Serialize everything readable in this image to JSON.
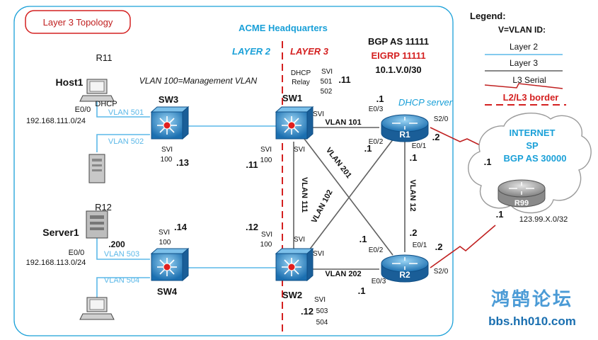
{
  "title": "Layer 3 Topology",
  "hq_label": "ACME Headquarters",
  "layer2_label": "LAYER 2",
  "layer3_label": "LAYER 3",
  "bgp": "BGP AS 11111",
  "eigrp": "EIGRP 11111",
  "net_prefix": "10.1.V.0/30",
  "dhcp_server": "DHCP server",
  "mgmt_vlan": "VLAN 100=Management VLAN",
  "legend": {
    "title": "Legend:",
    "vlan_key": "V=VLAN ID:",
    "layer2": "Layer 2",
    "layer3": "Layer 3",
    "l3serial": "L3 Serial",
    "border": "L2/L3 border"
  },
  "colors": {
    "layer2": "#5bb8e8",
    "layer3": "#606060",
    "serial": "#c02020",
    "border": "#d42020",
    "accent": "#1aa0d8",
    "device": "#2a88c8"
  },
  "internet": {
    "line1": "INTERNET",
    "line2": "SP",
    "line3": "BGP AS 30000",
    "router": "R99",
    "network": "123.99.X.0/32"
  },
  "hosts": {
    "host1": {
      "router_name": "R11",
      "name": "Host1",
      "dhcp": "DHCP",
      "iface": "E0/0",
      "subnet": "192.168.111.0/24",
      "vlan_a": "VLAN 501",
      "vlan_b": "VLAN 502"
    },
    "server1": {
      "router_name": "R12",
      "name": "Server1",
      "ip": ".200",
      "iface": "E0/0",
      "subnet": "192.168.113.0/24",
      "vlan_a": "VLAN 503",
      "vlan_b": "VLAN 504"
    }
  },
  "switches": {
    "sw3": {
      "name": "SW3",
      "svi": "SVI",
      "svi_num": "100",
      "ip": ".13"
    },
    "sw4": {
      "name": "SW4",
      "svi": "SVI",
      "svi_num": "100",
      "ip": ".14"
    },
    "sw1": {
      "name": "SW1",
      "dhcp": "DHCP",
      "relay": "Relay",
      "svi": "SVI",
      "v1": "501",
      "v2": "502",
      "ip_top": ".11",
      "svi_left": "SVI",
      "svi_left_num": "100",
      "ip_left": ".11",
      "svi_right": "SVI",
      "svi_right2": "SVI"
    },
    "sw2": {
      "name": "SW2",
      "svi": "SVI",
      "v1": "503",
      "v2": "504",
      "ip_bottom": ".12",
      "svi_left": "SVI",
      "svi_left_num": "100",
      "ip_left": ".12",
      "svi_up": "SVI",
      "svi_right": "SVI"
    }
  },
  "routers": {
    "r1": {
      "name": "R1",
      "e03": "E0/3",
      "ip_top": ".1",
      "e02": "E0/2",
      "e01": "E0/1",
      "s20": "S2/0",
      "ip_s": ".2"
    },
    "r2": {
      "name": "R2",
      "e02": "E0/2",
      "e01": "E0/1",
      "e03": "E0/3",
      "s20": "S2/0",
      "ip_s": ".2"
    }
  },
  "links": {
    "vlan101": "VLAN 101",
    "vlan201": "VLAN 201",
    "vlan102": "VLAN 102",
    "vlan111": "VLAN 111",
    "vlan12": "VLAN 12",
    "vlan202": "VLAN 202",
    "ip_r1_e02": ".1",
    "ip_r1_e01": ".1",
    "ip_r2_e01": ".2",
    "ip_r2_e02": ".1",
    "ip_r2_e03": ".1",
    "ip_inet_1": ".1",
    "ip_inet_2": ".1"
  },
  "watermark": {
    "cn": "鸿鹄论坛",
    "url": "bbs.hh010.com"
  }
}
